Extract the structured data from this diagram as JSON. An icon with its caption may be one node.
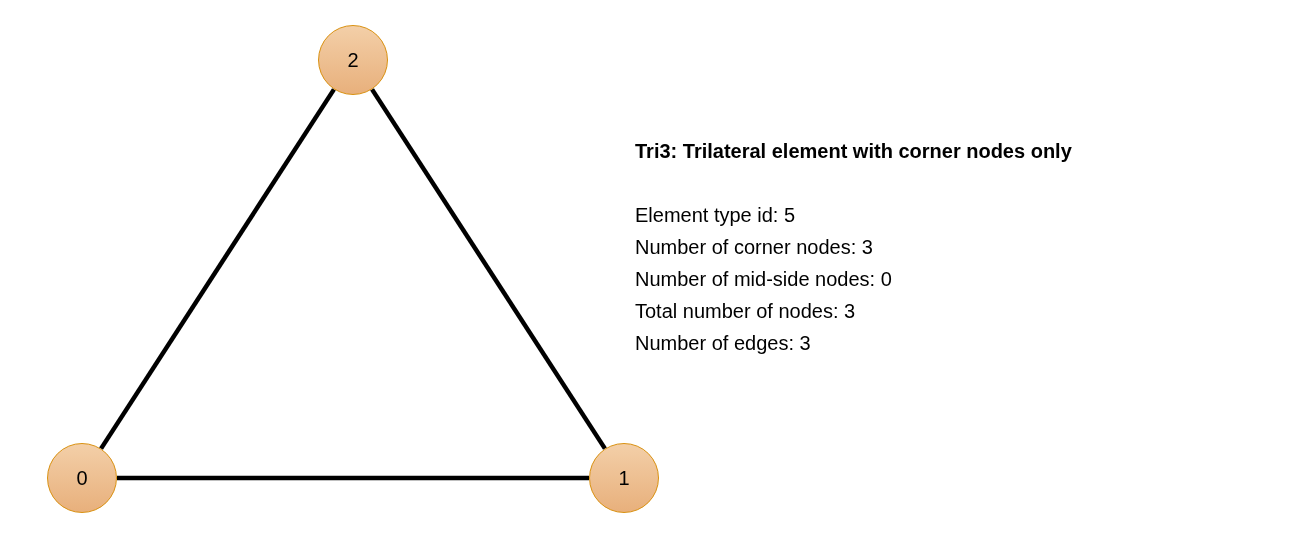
{
  "diagram": {
    "title": "Tri3: Trilateral element with corner nodes only",
    "nodes": [
      {
        "text": [
          "2"
        ]
      },
      {
        "text": [
          "0"
        ]
      },
      {
        "text": [
          "1"
        ]
      }
    ],
    "edges": [
      {
        "from": 1,
        "to": 0,
        "arrow": "none"
      },
      {
        "from": 0,
        "to": 2,
        "arrow": "none"
      },
      {
        "from": 1,
        "to": 2,
        "arrow": "none"
      }
    ],
    "labels": [
      "Element type id: 5",
      "Number of corner nodes: 3",
      "Number of mid-side nodes: 0",
      "Total number of nodes: 3",
      "Number of edges: 3"
    ]
  }
}
